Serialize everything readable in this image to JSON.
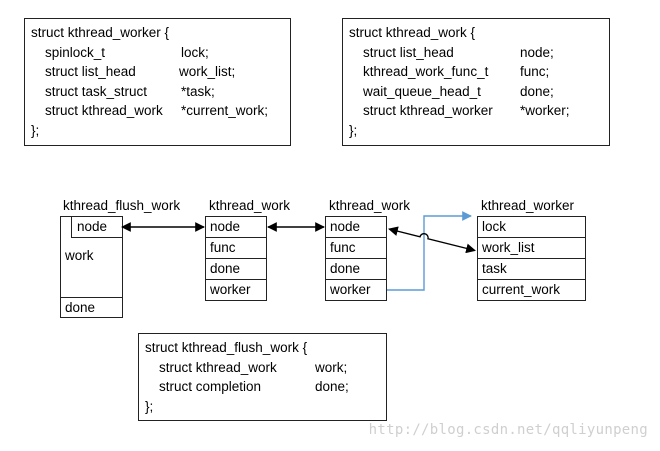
{
  "struct_worker": {
    "header": "struct kthread_worker {",
    "rows": [
      {
        "type": "spinlock_t",
        "name": "lock;"
      },
      {
        "type": "struct list_head",
        "name": "work_list;"
      },
      {
        "type": "struct task_struct",
        "name": "*task;"
      },
      {
        "type": "struct kthread_work",
        "name": "*current_work;"
      }
    ],
    "footer": "};"
  },
  "struct_work": {
    "header": "struct kthread_work {",
    "rows": [
      {
        "type": "struct list_head",
        "name": "node;"
      },
      {
        "type": "kthread_work_func_t",
        "name": "func;"
      },
      {
        "type": "wait_queue_head_t",
        "name": "done;"
      },
      {
        "type": "struct kthread_worker",
        "name": "*worker;"
      }
    ],
    "footer": "};"
  },
  "struct_flush": {
    "header": "struct kthread_flush_work {",
    "rows": [
      {
        "type": "struct kthread_work",
        "name": "work;"
      },
      {
        "type": "struct completion",
        "name": "done;"
      }
    ],
    "footer": "};"
  },
  "diagram": {
    "flush_title": "kthread_flush_work",
    "flush_node": "node",
    "flush_work": "work",
    "flush_done": "done",
    "work1_title": "kthread_work",
    "work1_cells": [
      "node",
      "func",
      "done",
      "worker"
    ],
    "work2_title": "kthread_work",
    "work2_cells": [
      "node",
      "func",
      "done",
      "worker"
    ],
    "worker_title": "kthread_worker",
    "worker_cells": [
      "lock",
      "work_list",
      "task",
      "current_work"
    ]
  },
  "colors": {
    "line": "#000000",
    "pointer": "#5b9bd5",
    "watermark": "#cfcfcf"
  },
  "watermark": "http://blog.csdn.net/qqliyunpeng"
}
